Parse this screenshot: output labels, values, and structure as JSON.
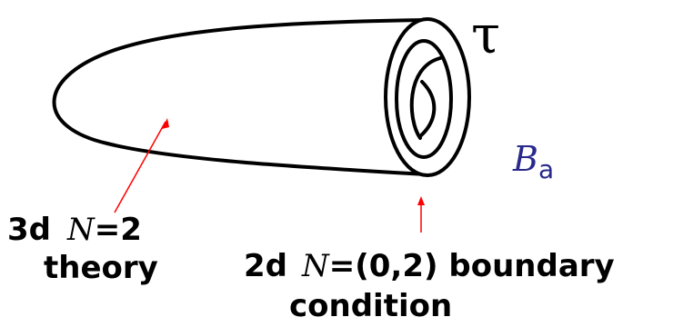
{
  "diagram": {
    "tau_label": "τ",
    "boundary_label_main": "B",
    "boundary_label_sub": "a",
    "bulk_label": {
      "line1_prefix": "3d",
      "line1_symbol": "N",
      "line1_suffix": "=2",
      "line2": "theory"
    },
    "boundary_condition_label": {
      "line1_prefix": "2d",
      "line1_symbol": "N",
      "line1_suffix": "=(0,2) boundary",
      "line2": "condition"
    },
    "colors": {
      "outline": "#000000",
      "arrow": "#ff0000",
      "boundary_label": "#2a2a8c",
      "text": "#000000"
    }
  }
}
